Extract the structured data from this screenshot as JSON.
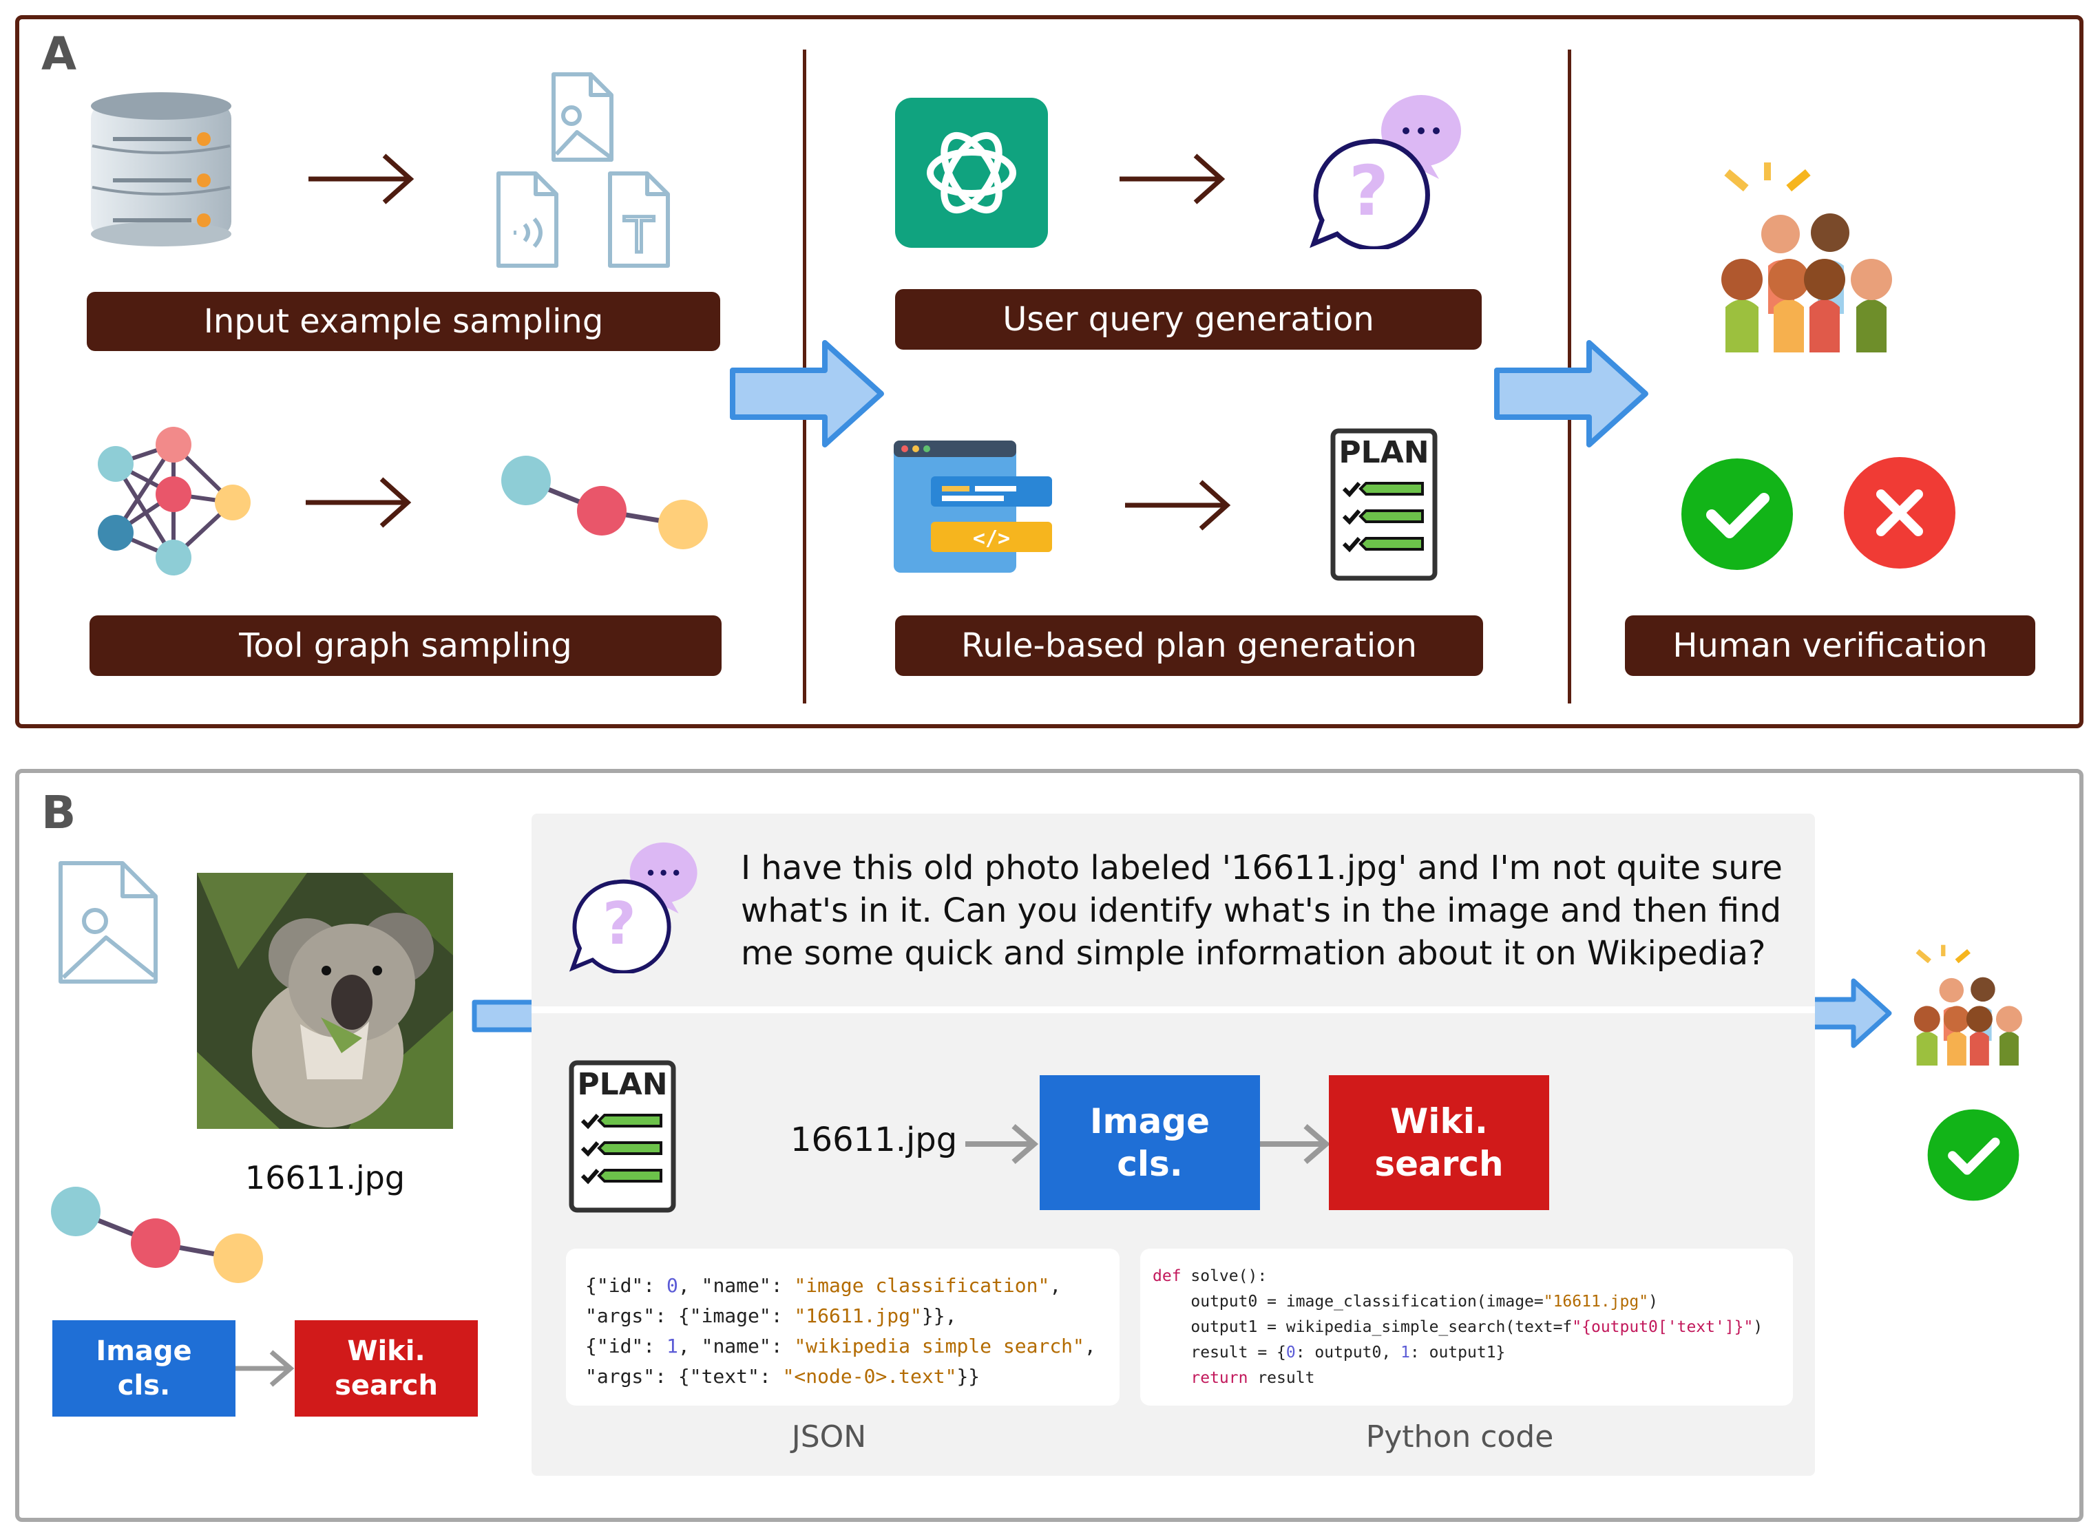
{
  "panel_a": {
    "letter": "A",
    "labels": {
      "input_sampling": "Input example sampling",
      "tool_graph_sampling": "Tool graph sampling",
      "user_query_generation": "User query generation",
      "plan_generation": "Rule-based plan generation",
      "human_verification": "Human verification"
    },
    "plan_icon_text": "PLAN",
    "text_file_letter": "T",
    "code_tag": "</>",
    "colors": {
      "border": "#5a1f10",
      "label_bg": "#4e1c10",
      "arrow_blue": "#9ec8f2",
      "check_green": "#12b418",
      "cross_red": "#f03b35"
    }
  },
  "panel_b": {
    "letter": "B",
    "image_filename": "16611.jpg",
    "query_text": "I have this old photo labeled '16611.jpg' and I'm not quite sure what's in it. Can you identify what's in the image and then find me some quick and simple information about it on Wikipedia?",
    "plan_icon_text": "PLAN",
    "flow": {
      "input": "16611.jpg",
      "node1_line1": "Image",
      "node1_line2": "cls.",
      "node2_line1": "Wiki.",
      "node2_line2": "search"
    },
    "small_flow": {
      "node1_line1": "Image",
      "node1_line2": "cls.",
      "node2_line1": "Wiki.",
      "node2_line2": "search"
    },
    "json_caption": "JSON",
    "python_caption": "Python code",
    "json_lines": [
      [
        [
          "{\"id\": ",
          "txt"
        ],
        [
          "0",
          "num"
        ],
        [
          ", \"name\": ",
          "txt"
        ],
        [
          "\"image classification\"",
          "str"
        ],
        [
          ",",
          "txt"
        ]
      ],
      [
        [
          "\"args\": {\"image\": ",
          "txt"
        ],
        [
          "\"16611.jpg\"",
          "str"
        ],
        [
          "}},",
          "txt"
        ]
      ],
      [
        [
          "{\"id\": ",
          "txt"
        ],
        [
          "1",
          "num"
        ],
        [
          ", \"name\": ",
          "txt"
        ],
        [
          "\"wikipedia simple search\"",
          "str"
        ],
        [
          ",",
          "txt"
        ]
      ],
      [
        [
          "\"args\": {\"text\": ",
          "txt"
        ],
        [
          "\"<node-0>.text\"",
          "str"
        ],
        [
          "}}",
          "txt"
        ]
      ]
    ],
    "python_lines": [
      [
        [
          "def",
          "kw"
        ],
        [
          " solve():",
          "txt"
        ]
      ],
      [
        [
          "    output0 = image_classification(image=",
          "txt"
        ],
        [
          "\"16611.jpg\"",
          "str"
        ],
        [
          ")",
          "txt"
        ]
      ],
      [
        [
          "    output1 = wikipedia_simple_search(text=f",
          "txt"
        ],
        [
          "\"{output0['text']}\"",
          "fs"
        ],
        [
          ")",
          "txt"
        ]
      ],
      [
        [
          "    result = {",
          "txt"
        ],
        [
          "0",
          "num"
        ],
        [
          ": output0, ",
          "txt"
        ],
        [
          "1",
          "num"
        ],
        [
          ": output1}",
          "txt"
        ]
      ],
      [
        [
          "    ",
          "txt"
        ],
        [
          "return",
          "kw"
        ],
        [
          " result",
          "txt"
        ]
      ]
    ]
  }
}
